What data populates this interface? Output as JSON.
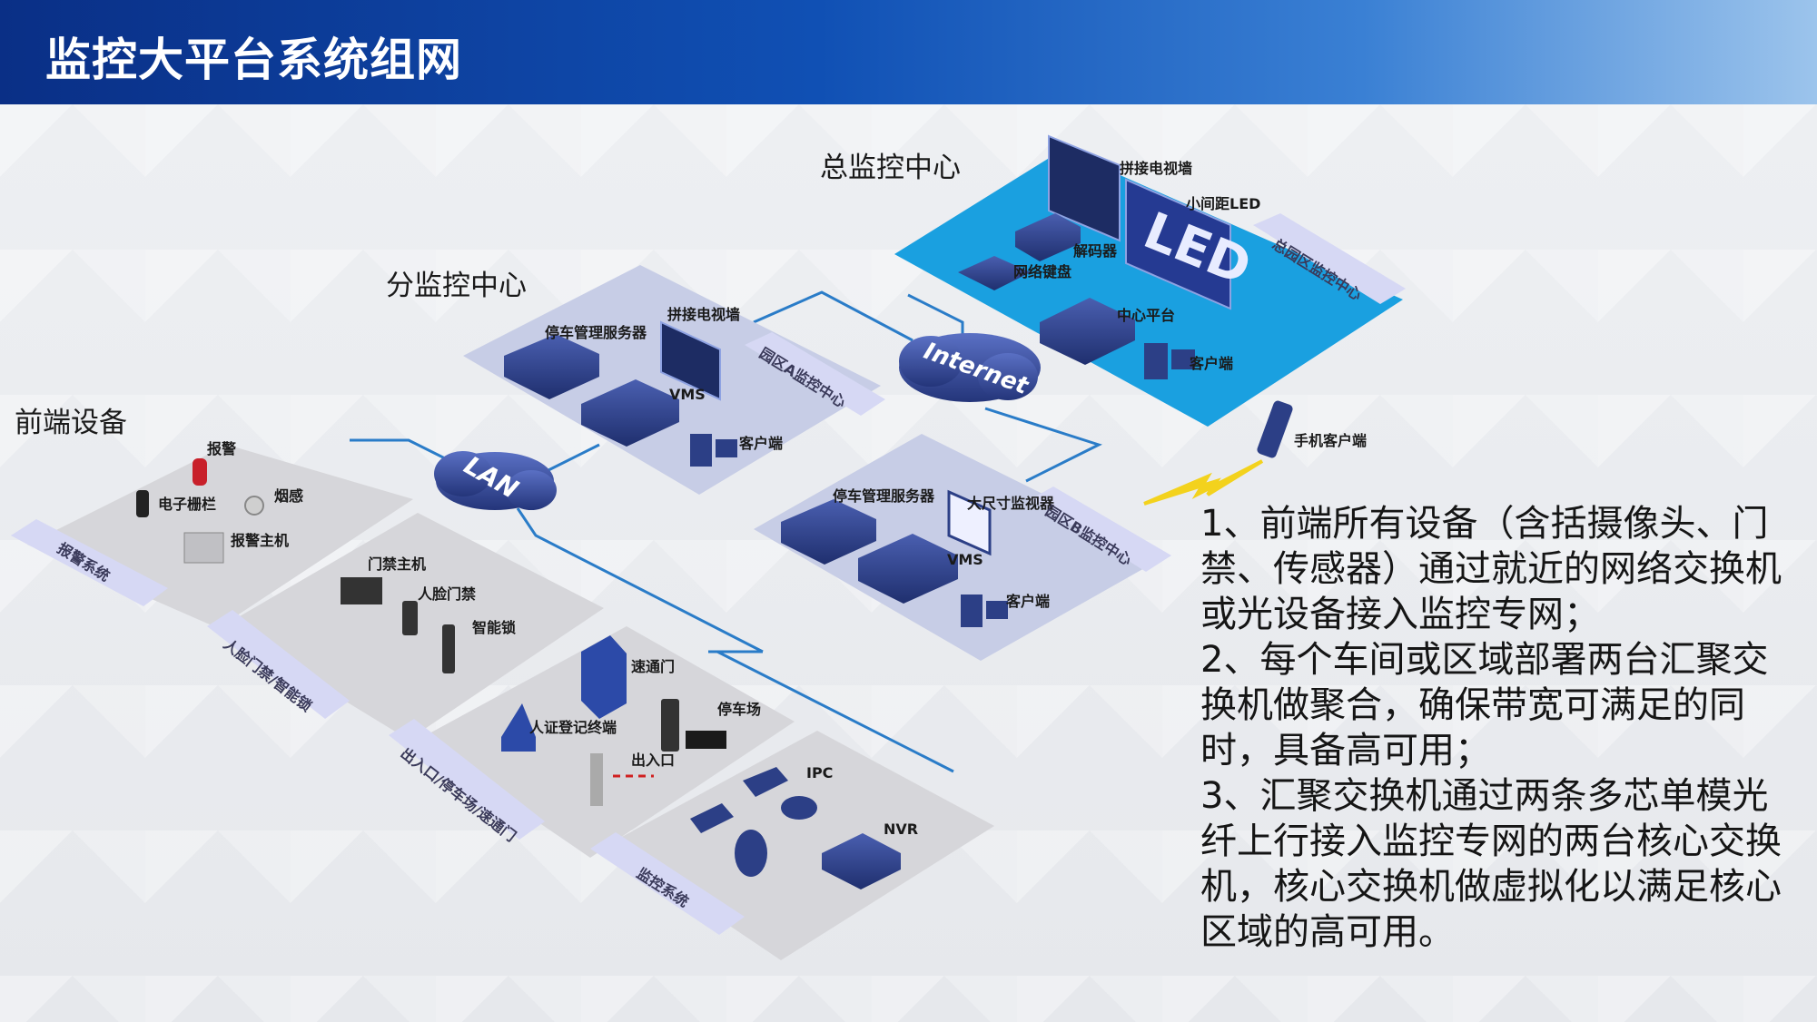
{
  "page_title": "监控大平台系统组网",
  "sections": {
    "main_center": "总监控中心",
    "sub_center": "分监控中心",
    "front_end": "前端设备"
  },
  "main_center": {
    "panel_label": "总园区监控中心",
    "video_wall": "拼接电视墙",
    "led": "小间距LED",
    "led_text": "LED",
    "decoder": "解码器",
    "keyboard": "网络键盘",
    "central_platform": "中心平台",
    "client": "客户端"
  },
  "internet": "Internet",
  "lan": "LAN",
  "mobile_client": "手机客户端",
  "sub_a": {
    "panel_label": "园区A监控中心",
    "parking_server": "停车管理服务器",
    "video_wall": "拼接电视墙",
    "vms": "VMS",
    "client": "客户端"
  },
  "sub_b": {
    "panel_label": "园区B监控中心",
    "parking_server": "停车管理服务器",
    "large_monitor": "大尺寸监视器",
    "vms": "VMS",
    "client": "客户端"
  },
  "alarm": {
    "panel_label": "报警系统",
    "alarm": "报警",
    "e_fence": "电子栅栏",
    "smoke": "烟感",
    "alarm_host": "报警主机"
  },
  "access": {
    "panel_label": "人脸门禁/智能锁",
    "door_host": "门禁主机",
    "face_door": "人脸门禁",
    "smart_lock": "智能锁"
  },
  "entrance": {
    "panel_label": "出入口/停车场/速通门",
    "speed_gate": "速通门",
    "parking": "停车场",
    "id_terminal": "人证登记终端",
    "entrance": "出入口"
  },
  "monitor": {
    "panel_label": "监控系统",
    "ipc": "IPC",
    "nvr": "NVR"
  },
  "description": [
    "1、前端所有设备（含括摄像头、门禁、传感器）通过就近的网络交换机或光设备接入监控专网；",
    "2、每个车间或区域部署两台汇聚交换机做聚合，确保带宽可满足的同时，具备高可用；",
    "3、汇聚交换机通过两条多芯单模光纤上行接入监控专网的两台核心交换机，核心交换机做虚拟化以满足核心区域的高可用。"
  ],
  "colors": {
    "header_start": "#0a2f86",
    "header_end": "#9cc4ec",
    "main_panel": "#1aa0e0",
    "sub_panel": "#c7cde6",
    "front_panel": "#d6d6da",
    "link": "#2a7cc8",
    "device": "#2c3f86",
    "label_tab": "#d6d8f4"
  }
}
